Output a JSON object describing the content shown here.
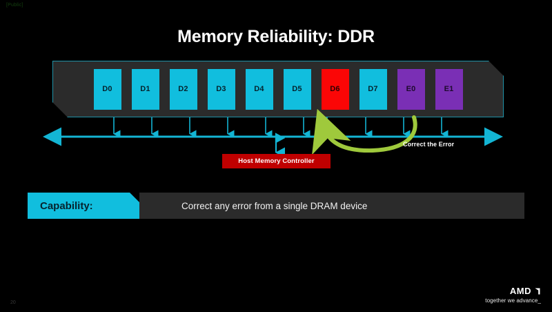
{
  "classification": "[Public]",
  "title": "Memory Reliability: DDR",
  "diagram": {
    "devices": [
      {
        "label": "D0",
        "kind": "data"
      },
      {
        "label": "D1",
        "kind": "data"
      },
      {
        "label": "D2",
        "kind": "data"
      },
      {
        "label": "D3",
        "kind": "data"
      },
      {
        "label": "D4",
        "kind": "data"
      },
      {
        "label": "D5",
        "kind": "data"
      },
      {
        "label": "D6",
        "kind": "error"
      },
      {
        "label": "D7",
        "kind": "data"
      },
      {
        "label": "E0",
        "kind": "ecc"
      },
      {
        "label": "E1",
        "kind": "ecc"
      }
    ],
    "controller_label": "Host Memory Controller",
    "annotation_label": "Correct the Error",
    "colors": {
      "data_device": "#11bede",
      "error_device": "#fb0606",
      "ecc_device": "#7a2fb5",
      "bus": "#13b5d4",
      "controller": "#c00000",
      "correction_arrow": "#9fc93c",
      "container_fill": "#2b2b2b",
      "container_border": "#1f93a8",
      "background": "#000000"
    }
  },
  "capability": {
    "tag": "Capability:",
    "statement": "Correct any error from a single DRAM device"
  },
  "footer": {
    "page_number": "20",
    "brand": "AMD",
    "tagline": "together we advance_"
  }
}
